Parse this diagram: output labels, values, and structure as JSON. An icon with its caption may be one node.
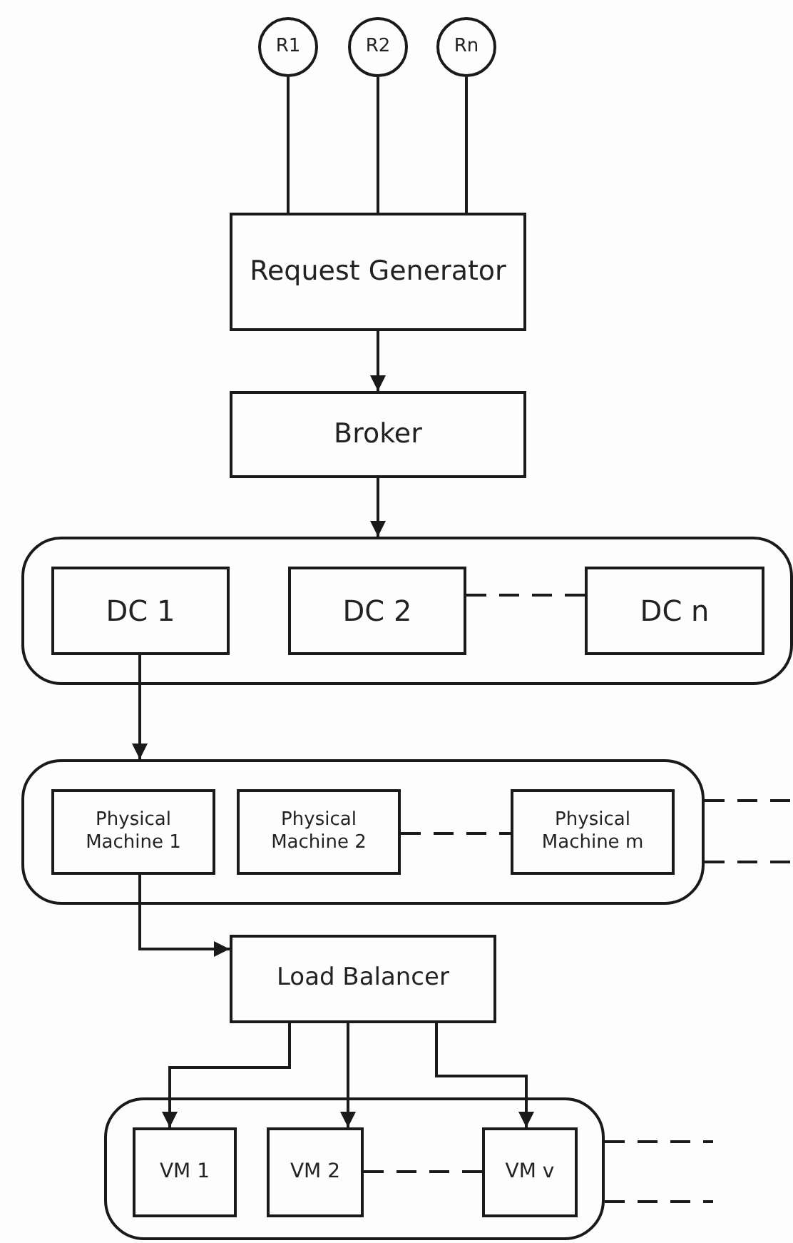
{
  "diagram": {
    "nodes": [
      {
        "text": [
          "R1"
        ]
      },
      {
        "text": [
          "R2"
        ]
      },
      {
        "text": [
          "Rn"
        ]
      },
      {
        "text": [
          "Request Generator"
        ]
      },
      {
        "text": [
          "Broker"
        ]
      },
      {
        "text": [],
        "shape": "box"
      },
      {
        "text": [
          "DC 1"
        ],
        "in": 5
      },
      {
        "text": [
          "DC 2"
        ],
        "in": 5
      },
      {
        "text": [
          "DC n"
        ],
        "in": 5
      },
      {
        "text": [],
        "shape": "box"
      },
      {
        "text": [
          "Physical Machine 1"
        ],
        "in": 9
      },
      {
        "text": [
          "Physical Machine 2"
        ],
        "in": 9
      },
      {
        "text": [
          "Physical Machine m"
        ],
        "in": 9
      },
      {
        "text": [
          "Load Balancer"
        ]
      },
      {
        "text": [],
        "shape": "box"
      },
      {
        "text": [
          "VM 1"
        ],
        "in": 14
      },
      {
        "text": [
          "VM 2"
        ],
        "in": 14
      },
      {
        "text": [
          "VM v"
        ],
        "in": 14
      }
    ],
    "edges": [
      {
        "from": 0,
        "to": 3,
        "arrow": "none"
      },
      {
        "from": 1,
        "to": 3,
        "arrow": "none"
      },
      {
        "from": 2,
        "to": 3,
        "arrow": "none"
      },
      {
        "from": 3,
        "to": 4,
        "arrow": "to"
      },
      {
        "from": 4,
        "to": 5,
        "arrow": "to"
      },
      {
        "from": 7,
        "to": 8,
        "arrow": "none",
        "style": "dashed"
      },
      {
        "from": 6,
        "to": 9,
        "arrow": "to"
      },
      {
        "from": 11,
        "to": 12,
        "arrow": "none",
        "style": "dashed"
      },
      {
        "from": 9,
        "to": null,
        "arrow": "none",
        "style": "dashed"
      },
      {
        "from": 9,
        "to": null,
        "arrow": "none",
        "style": "dashed"
      },
      {
        "from": 10,
        "to": 13,
        "arrow": "to"
      },
      {
        "from": 13,
        "to": 15,
        "arrow": "to"
      },
      {
        "from": 13,
        "to": 16,
        "arrow": "to"
      },
      {
        "from": 13,
        "to": 17,
        "arrow": "to"
      },
      {
        "from": 16,
        "to": 17,
        "arrow": "none",
        "style": "dashed"
      },
      {
        "from": 14,
        "to": null,
        "arrow": "none",
        "style": "dashed"
      },
      {
        "from": 14,
        "to": null,
        "arrow": "none",
        "style": "dashed"
      }
    ]
  }
}
